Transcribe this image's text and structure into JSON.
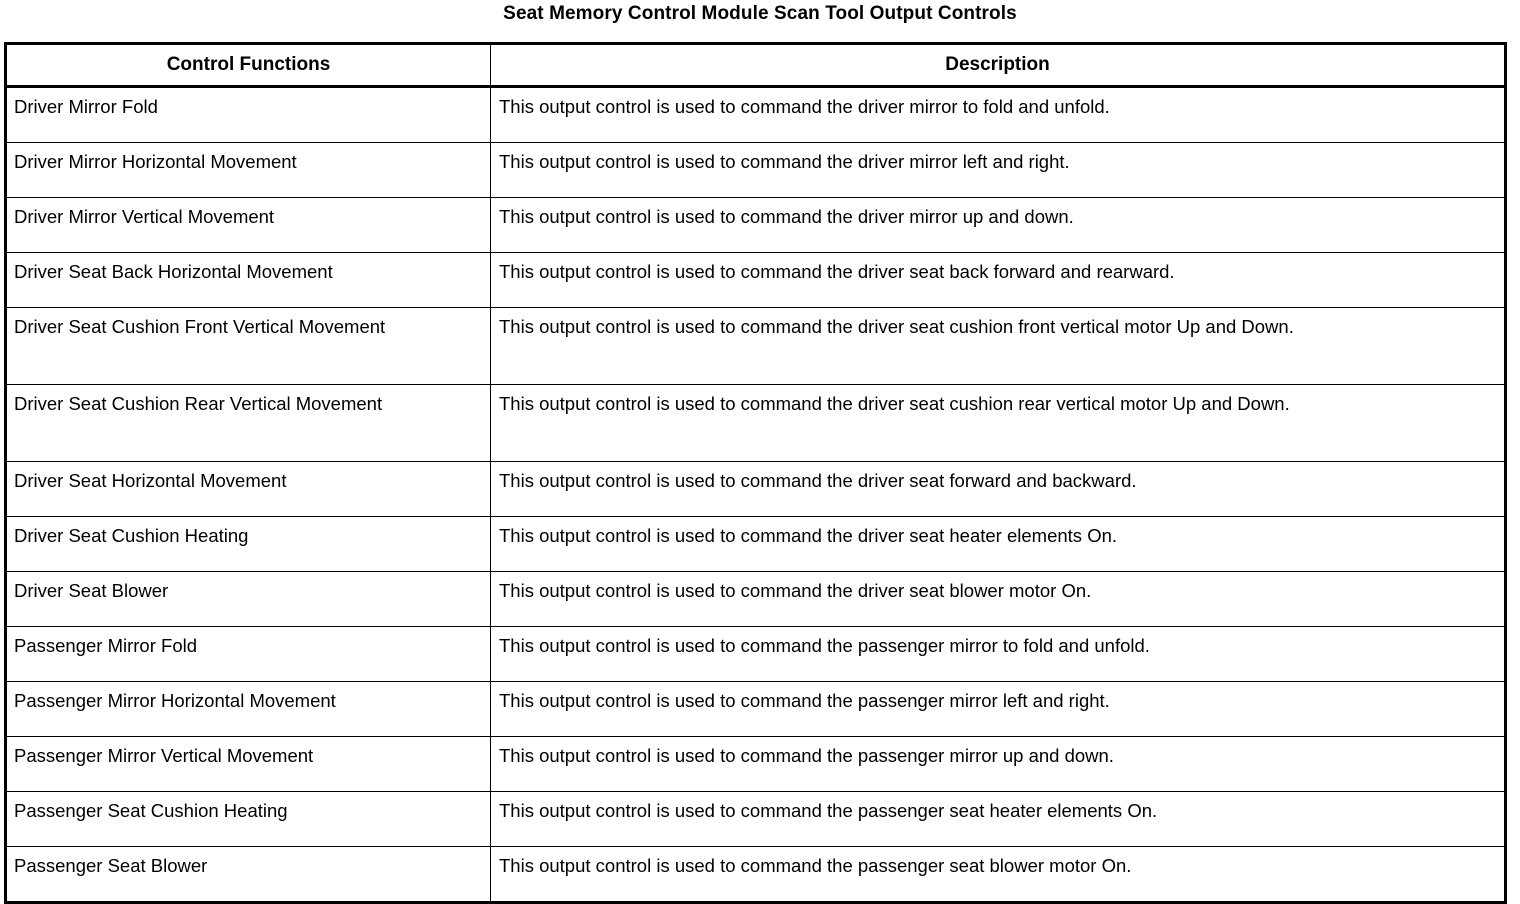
{
  "document": {
    "title": "Seat Memory Control Module Scan Tool Output Controls"
  },
  "table": {
    "columns": [
      {
        "key": "control_function",
        "label": "Control Functions"
      },
      {
        "key": "description",
        "label": "Description"
      }
    ],
    "rows": [
      {
        "control_function": "Driver Mirror Fold",
        "description": "This output control is used to command the driver mirror to fold and unfold.",
        "wraps": false
      },
      {
        "control_function": "Driver Mirror Horizontal Movement",
        "description": "This output control is used to command the driver mirror left and right.",
        "wraps": false
      },
      {
        "control_function": "Driver Mirror Vertical Movement",
        "description": "This output control is used to command the driver mirror up and down.",
        "wraps": false
      },
      {
        "control_function": "Driver Seat Back Horizontal Movement",
        "description": "This output control is used to command the driver seat back forward and rearward.",
        "wraps": false
      },
      {
        "control_function": "Driver Seat Cushion Front Vertical Movement",
        "description": "This output control is used to command the driver seat cushion front vertical motor Up and Down.",
        "wraps": true
      },
      {
        "control_function": "Driver Seat Cushion Rear Vertical Movement",
        "description": "This output control is used to command the driver seat cushion rear vertical motor Up and Down.",
        "wraps": true
      },
      {
        "control_function": "Driver Seat Horizontal Movement",
        "description": "This output control is used to command the driver seat forward and backward.",
        "wraps": false
      },
      {
        "control_function": "Driver Seat Cushion Heating",
        "description": "This output control is used to command the driver seat heater elements On.",
        "wraps": false
      },
      {
        "control_function": "Driver Seat Blower",
        "description": "This output control is used to command the driver seat blower motor On.",
        "wraps": false
      },
      {
        "control_function": "Passenger Mirror Fold",
        "description": "This output control is used to command the passenger mirror to fold and unfold.",
        "wraps": false
      },
      {
        "control_function": "Passenger Mirror Horizontal Movement",
        "description": "This output control is used to command the passenger mirror left and right.",
        "wraps": false
      },
      {
        "control_function": "Passenger Mirror Vertical Movement",
        "description": "This output control is used to command the passenger mirror up and down.",
        "wraps": false
      },
      {
        "control_function": "Passenger Seat Cushion Heating",
        "description": "This output control is used to command the passenger seat heater elements On.",
        "wraps": false
      },
      {
        "control_function": "Passenger Seat Blower",
        "description": "This output control is used to command the passenger seat blower motor On.",
        "wraps": false
      }
    ]
  },
  "colors": {
    "text": "#000000",
    "background": "#ffffff",
    "border": "#000000"
  }
}
